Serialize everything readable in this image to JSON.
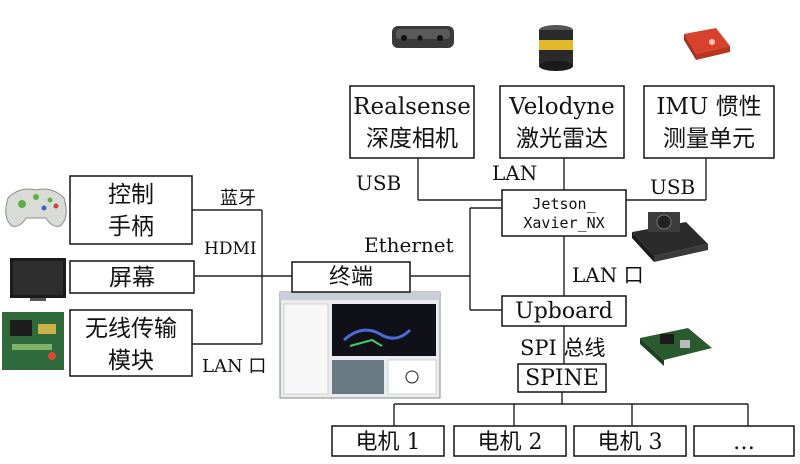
{
  "nodes": {
    "realsense": {
      "line1": "Realsense",
      "line2": "深度相机"
    },
    "velodyne": {
      "line1": "Velodyne",
      "line2": "激光雷达"
    },
    "imu": {
      "line1": "IMU 惯性",
      "line2": "测量单元"
    },
    "jetson": {
      "line1": "Jetson_",
      "line2": "Xavier_NX"
    },
    "controller": {
      "line1": "控制",
      "line2": "手柄"
    },
    "screen": {
      "label": "屏幕"
    },
    "wireless": {
      "line1": "无线传输",
      "line2": "模块"
    },
    "terminal": {
      "label": "终端"
    },
    "upboard": {
      "label": "Upboard"
    },
    "spine": {
      "label": "SPINE"
    },
    "motors": [
      "电机 1",
      "电机 2",
      "电机 3",
      "…"
    ]
  },
  "edge_labels": {
    "usb_left": "USB",
    "lan_top": "LAN",
    "usb_right": "USB",
    "bluetooth": "蓝牙",
    "hdmi": "HDMI",
    "ethernet": "Ethernet",
    "lan_port_right": "LAN 口",
    "lan_port_left": "LAN 口",
    "spi_bus": "SPI 总线"
  },
  "colors": {
    "line": "#222222",
    "imu_red": "#d8412b",
    "lidar_yellow": "#e0b829",
    "controller_green": "#5fae4e",
    "board_green": "#2f6b3a"
  }
}
